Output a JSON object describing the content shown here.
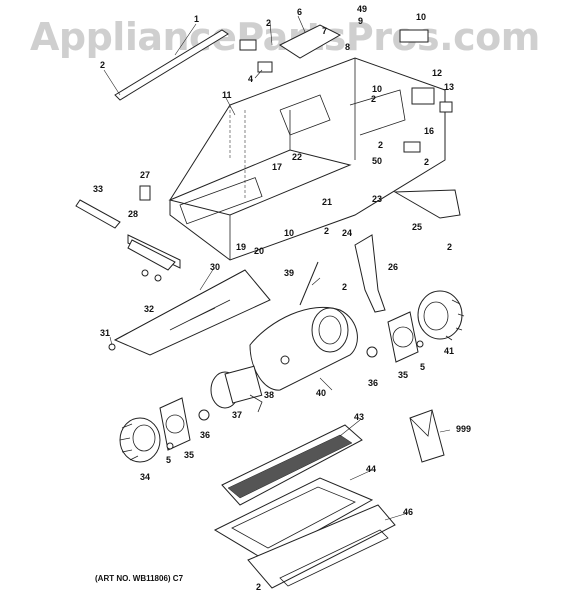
{
  "watermark": "AppliancePartsPros.com",
  "art_number": "(ART NO. WB11806) C7",
  "callouts": {
    "c1": "1",
    "c2a": "2",
    "c2b": "2",
    "c2c": "2",
    "c2d": "2",
    "c2e": "2",
    "c2f": "2",
    "c2g": "2",
    "c2h": "2",
    "c2i": "2",
    "c4": "4",
    "c5a": "5",
    "c5b": "5",
    "c6": "6",
    "c7": "7",
    "c8": "8",
    "c9": "9",
    "c10a": "10",
    "c10b": "10",
    "c10c": "10",
    "c11": "11",
    "c12": "12",
    "c13": "13",
    "c16": "16",
    "c17": "17",
    "c19": "19",
    "c20": "20",
    "c21": "21",
    "c22": "22",
    "c23": "23",
    "c24": "24",
    "c25": "25",
    "c26": "26",
    "c27": "27",
    "c28": "28",
    "c30": "30",
    "c31": "31",
    "c32": "32",
    "c33": "33",
    "c34": "34",
    "c35a": "35",
    "c35b": "35",
    "c36a": "36",
    "c36b": "36",
    "c37": "37",
    "c38": "38",
    "c39": "39",
    "c40": "40",
    "c41": "41",
    "c43": "43",
    "c44": "44",
    "c46": "46",
    "c49": "49",
    "c50": "50",
    "c999": "999"
  }
}
